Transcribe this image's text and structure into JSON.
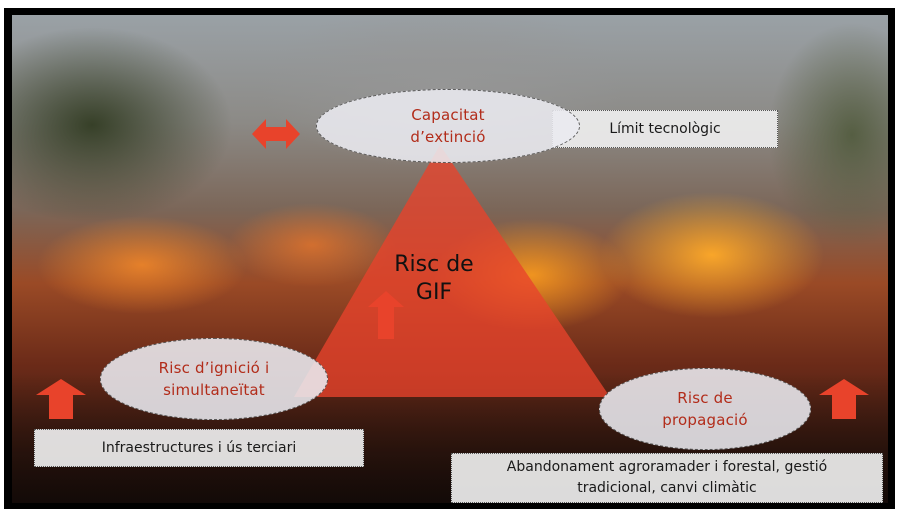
{
  "diagram": {
    "center_label": {
      "line1": "Risc de",
      "line2": "GIF"
    },
    "nodes": {
      "top": {
        "line1": "Capacitat",
        "line2": "d’extinció"
      },
      "left": {
        "line1": "Risc d’ignició i",
        "line2": "simultaneïtat"
      },
      "right": {
        "line1": "Risc de",
        "line2": "propagació"
      }
    },
    "factors": {
      "top": "Límit tecnològic",
      "left": "Infraestructures i ús terciari",
      "right_line1": "Abandonament agroramader i forestal, gestió",
      "right_line2": "tradicional, canvi climàtic"
    },
    "colors": {
      "triangle": "#e8432b",
      "arrow": "#e8432b",
      "node_text": "#b22c1a"
    },
    "icons": {
      "top_arrow": "double-horizontal-arrow",
      "left_arrow": "up-arrow",
      "right_arrow": "up-arrow",
      "center_arrow": "up-arrow"
    }
  }
}
